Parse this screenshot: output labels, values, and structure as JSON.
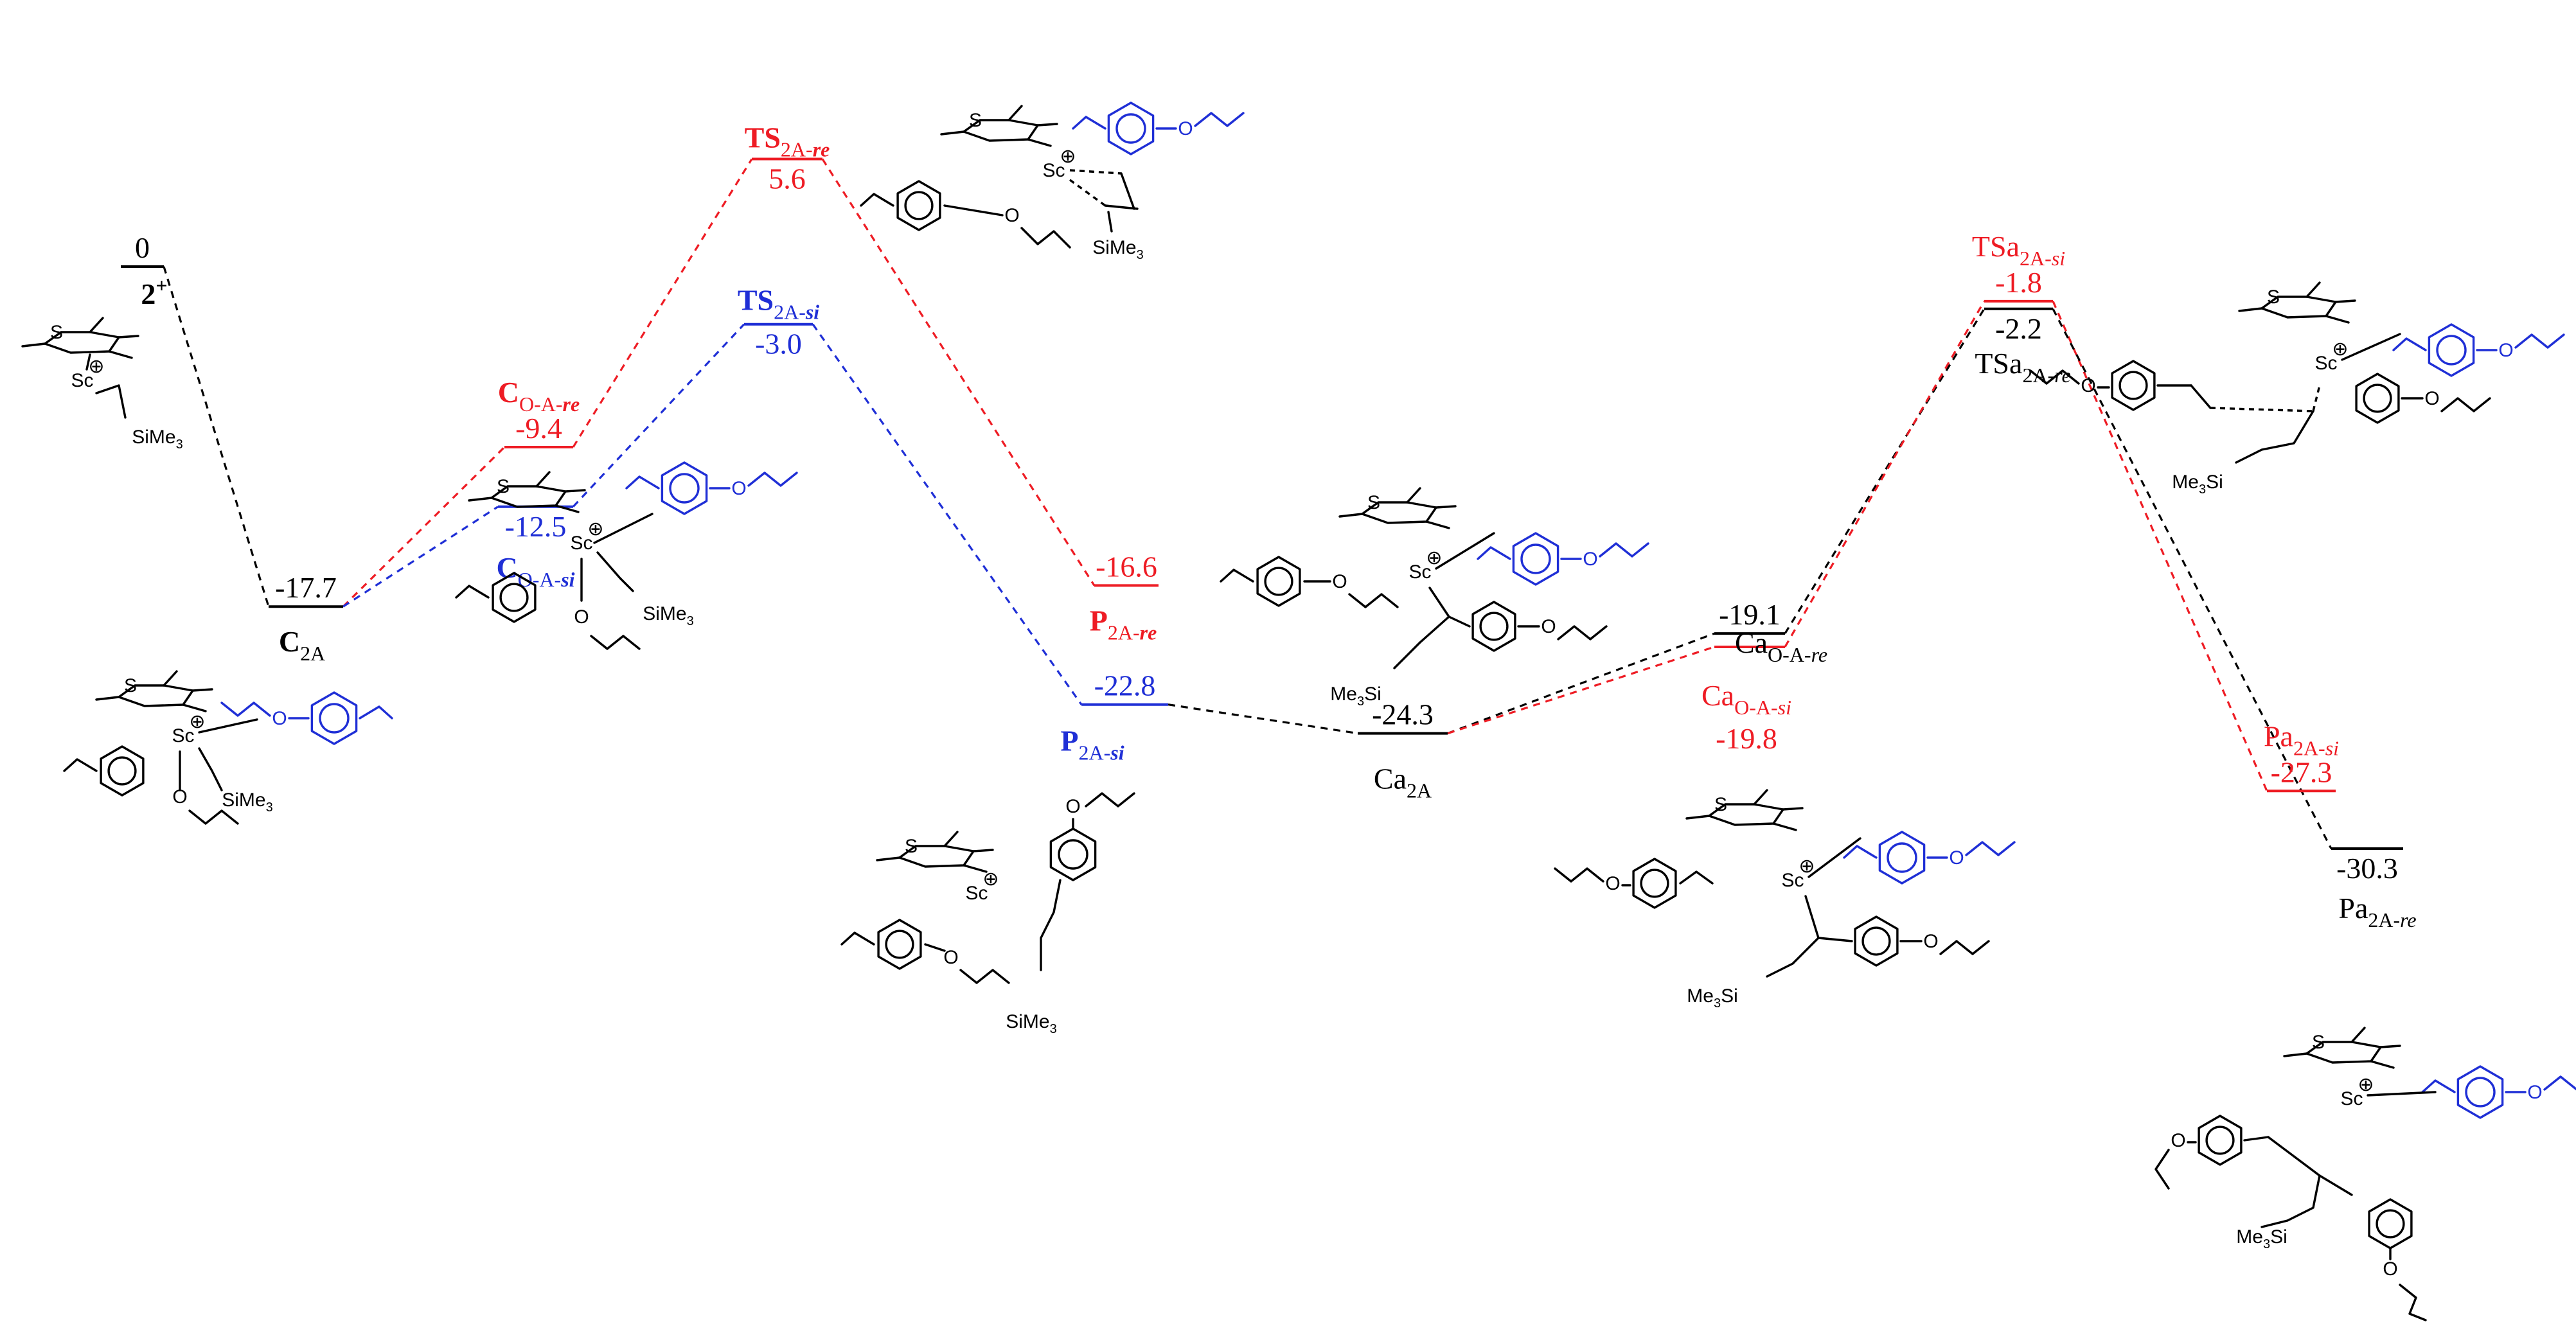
{
  "colors": {
    "black": "#000000",
    "red": "#ee1c24",
    "blue": "#1f2fd6"
  },
  "energy_unit": "",
  "species": [
    {
      "id": "s-2plus",
      "label_main": "2",
      "label_sub": "",
      "label_sup": "+",
      "label_italic": "",
      "energy": "0",
      "color": "#000000"
    },
    {
      "id": "s-C2A",
      "label_main": "C",
      "label_sub": "2A",
      "label_sup": "",
      "label_italic": "",
      "energy": "-17.7",
      "color": "#000000"
    },
    {
      "id": "s-COAre",
      "label_main": "C",
      "label_sub": "O-A-",
      "label_sup": "",
      "label_italic": "re",
      "energy": "-9.4",
      "color": "#ee1c24"
    },
    {
      "id": "s-COAsi",
      "label_main": "C",
      "label_sub": "O-A-",
      "label_sup": "",
      "label_italic": "si",
      "energy": "-12.5",
      "color": "#1f2fd6"
    },
    {
      "id": "s-TS2Are",
      "label_main": "TS",
      "label_sub": "2A-",
      "label_sup": "",
      "label_italic": "re",
      "energy": "5.6",
      "color": "#ee1c24"
    },
    {
      "id": "s-TS2Asi",
      "label_main": "TS",
      "label_sub": "2A-",
      "label_sup": "",
      "label_italic": "si",
      "energy": "-3.0",
      "color": "#1f2fd6"
    },
    {
      "id": "s-P2Are",
      "label_main": "P",
      "label_sub": "2A-",
      "label_sup": "",
      "label_italic": "re",
      "energy": "-16.6",
      "color": "#ee1c24"
    },
    {
      "id": "s-P2Asi",
      "label_main": "P",
      "label_sub": "2A-",
      "label_sup": "",
      "label_italic": "si",
      "energy": "-22.8",
      "color": "#1f2fd6"
    },
    {
      "id": "s-Ca2A",
      "label_main": "Ca",
      "label_sub": "2A",
      "label_sup": "",
      "label_italic": "",
      "energy": "-24.3",
      "color": "#000000"
    },
    {
      "id": "s-CaOAre",
      "label_main": "Ca",
      "label_sub": "O-A-",
      "label_sup": "",
      "label_italic": "re",
      "energy": "-19.1",
      "color": "#000000"
    },
    {
      "id": "s-CaOAsi",
      "label_main": "Ca",
      "label_sub": "O-A-",
      "label_sup": "",
      "label_italic": "si",
      "energy": "-19.8",
      "color": "#ee1c24"
    },
    {
      "id": "s-TSa2Asi",
      "label_main": "TSa",
      "label_sub": "2A-",
      "label_sup": "",
      "label_italic": "si",
      "energy": "-1.8",
      "color": "#ee1c24"
    },
    {
      "id": "s-TSa2Are",
      "label_main": "TSa",
      "label_sub": "2A-",
      "label_sup": "",
      "label_italic": "re",
      "energy": "-2.2",
      "color": "#000000"
    },
    {
      "id": "s-Pa2Asi",
      "label_main": "Pa",
      "label_sub": "2A-",
      "label_sup": "",
      "label_italic": "si",
      "energy": "-27.3",
      "color": "#ee1c24"
    },
    {
      "id": "s-Pa2Are",
      "label_main": "Pa",
      "label_sub": "2A-",
      "label_sup": "",
      "label_italic": "re",
      "energy": "-30.3",
      "color": "#000000"
    }
  ],
  "connections": [
    {
      "from": "s-2plus",
      "to": "s-C2A",
      "color": "#000000"
    },
    {
      "from": "s-C2A",
      "to": "s-COAre",
      "color": "#ee1c24"
    },
    {
      "from": "s-C2A",
      "to": "s-COAsi",
      "color": "#1f2fd6"
    },
    {
      "from": "s-COAre",
      "to": "s-TS2Are",
      "color": "#ee1c24"
    },
    {
      "from": "s-COAsi",
      "to": "s-TS2Asi",
      "color": "#1f2fd6"
    },
    {
      "from": "s-TS2Are",
      "to": "s-P2Are",
      "color": "#ee1c24"
    },
    {
      "from": "s-TS2Asi",
      "to": "s-P2Asi",
      "color": "#1f2fd6"
    },
    {
      "from": "s-P2Asi",
      "to": "s-Ca2A",
      "color": "#000000"
    },
    {
      "from": "s-Ca2A",
      "to": "s-CaOAre",
      "color": "#000000"
    },
    {
      "from": "s-Ca2A",
      "to": "s-CaOAsi",
      "color": "#ee1c24"
    },
    {
      "from": "s-CaOAre",
      "to": "s-TSa2Are",
      "color": "#000000"
    },
    {
      "from": "s-CaOAsi",
      "to": "s-TSa2Asi",
      "color": "#ee1c24"
    },
    {
      "from": "s-TSa2Asi",
      "to": "s-Pa2Asi",
      "color": "#ee1c24"
    },
    {
      "from": "s-TSa2Are",
      "to": "s-Pa2Are",
      "color": "#000000"
    }
  ],
  "structure_atoms": {
    "scandium": "Sc",
    "sulfur": "S",
    "oxygen": "O",
    "silyl": "SiMe",
    "silyl_sub": "3",
    "silyl_prefix": "Me",
    "silyl_prefix_sub": "3",
    "silicon": "Si",
    "cation": "⊕"
  }
}
